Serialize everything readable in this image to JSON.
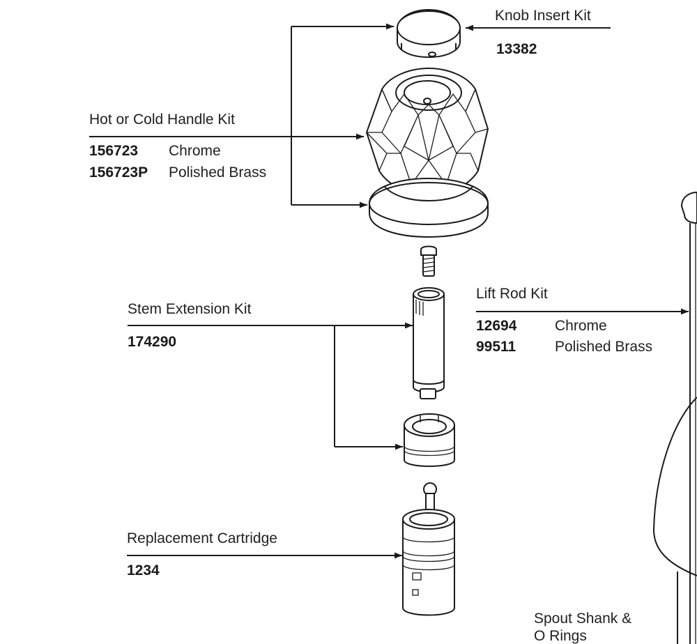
{
  "callouts": {
    "knob_insert": {
      "title": "Knob Insert Kit",
      "part": "13382"
    },
    "handle": {
      "title": "Hot or Cold Handle Kit",
      "parts": [
        {
          "number": "156723",
          "finish": "Chrome"
        },
        {
          "number": "156723P",
          "finish": "Polished Brass"
        }
      ]
    },
    "stem_extension": {
      "title": "Stem Extension Kit",
      "part": "174290"
    },
    "lift_rod": {
      "title": "Lift Rod Kit",
      "parts": [
        {
          "number": "12694",
          "finish": "Chrome"
        },
        {
          "number": "99511",
          "finish": "Polished Brass"
        }
      ]
    },
    "cartridge": {
      "title": "Replacement Cartridge",
      "part": "1234"
    },
    "spout_shank": {
      "title_line1": "Spout Shank &",
      "title_line2": "O Rings"
    }
  },
  "colors": {
    "line": "#1a1a1a",
    "background": "#ffffff"
  }
}
